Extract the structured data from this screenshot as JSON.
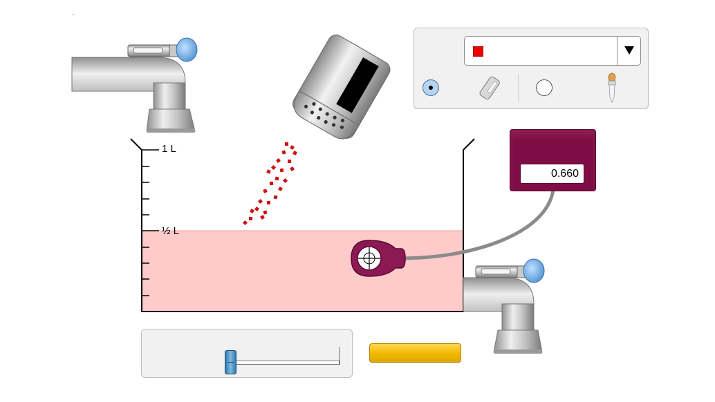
{
  "solute_selector": {
    "swatch_color": "#ee0000"
  },
  "modes": [
    {
      "name": "shaker",
      "selected": true,
      "icon": "shaker-icon"
    },
    {
      "name": "dropper",
      "selected": false,
      "icon": "dropper-icon"
    }
  ],
  "beaker": {
    "label_full": "1 L",
    "label_half": "½ L",
    "solution_color": "#ffcaca",
    "solution_fraction": 0.5
  },
  "meter": {
    "readout": "0.660",
    "body_color": "#7f0d45"
  },
  "evaporation_slider": {
    "value_fraction": 0.0
  },
  "colors": {
    "solute_particle": "#cc1111",
    "button_accent": "#f2b800",
    "panel_bg": "#f1f1f1"
  }
}
